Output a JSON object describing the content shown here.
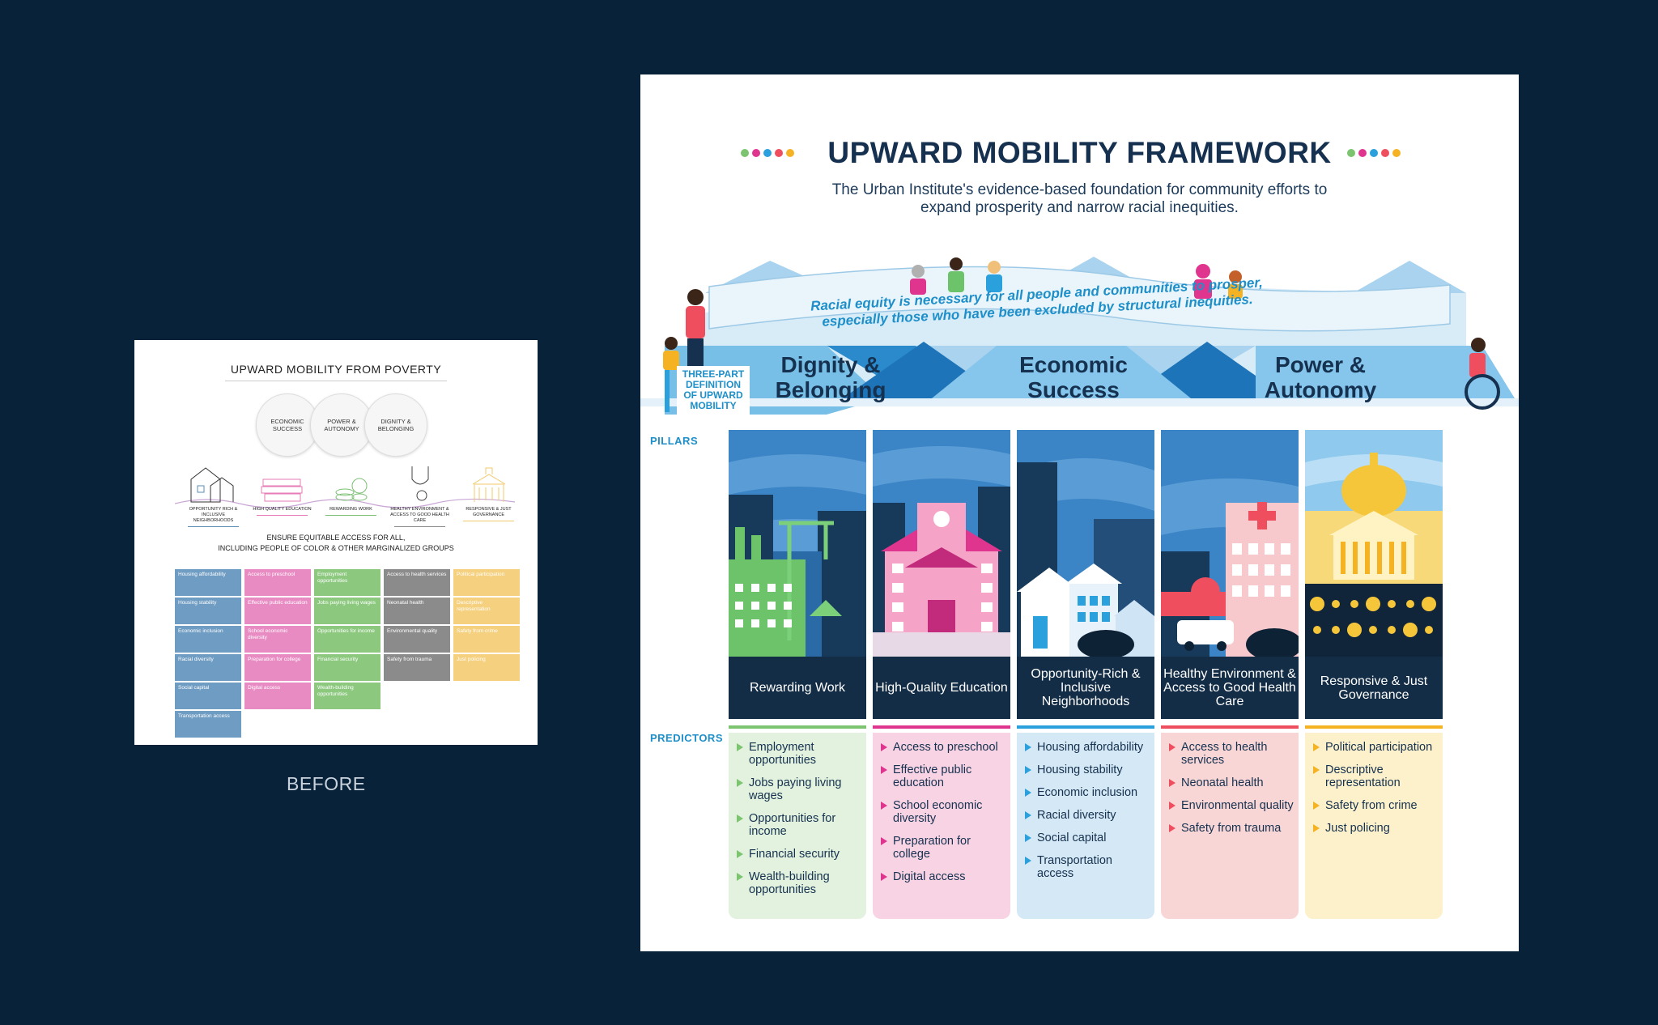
{
  "before": {
    "title": "UPWARD MOBILITY FROM POVERTY",
    "circles": [
      "ECONOMIC SUCCESS",
      "POWER & AUTONOMY",
      "DIGNITY & BELONGING"
    ],
    "pillars": [
      {
        "label": "OPPORTUNITY RICH & INCLUSIVE NEIGHBORHOODS",
        "color": "#5b8db5"
      },
      {
        "label": "HIGH QUALITY EDUCATION",
        "color": "#e67bb6"
      },
      {
        "label": "REWARDING WORK",
        "color": "#7bbf74"
      },
      {
        "label": "HEALTHY ENVIRONMENT & ACCESS TO GOOD HEALTH CARE",
        "color": "#8a8a8a"
      },
      {
        "label": "RESPONSIVE & JUST GOVERNANCE",
        "color": "#f1c96a"
      }
    ],
    "ensure_line1": "ENSURE EQUITABLE ACCESS FOR ALL,",
    "ensure_line2": "INCLUDING PEOPLE OF COLOR & OTHER MARGINALIZED GROUPS",
    "grid": [
      {
        "color": "#6f9cc2",
        "items": [
          "Housing affordability",
          "Housing stability",
          "Economic inclusion",
          "Racial diversity",
          "Social capital",
          "Transportation access"
        ]
      },
      {
        "color": "#e98bc3",
        "items": [
          "Access to preschool",
          "Effective public education",
          "School economic diversity",
          "Preparation for college",
          "Digital access"
        ]
      },
      {
        "color": "#8cc97f",
        "items": [
          "Employment opportunities",
          "Jobs paying living wages",
          "Opportunities for income",
          "Financial security",
          "Wealth-building opportunities"
        ]
      },
      {
        "color": "#8b8b8b",
        "items": [
          "Access to health services",
          "Neonatal health",
          "Environmental quality",
          "Safety from trauma"
        ]
      },
      {
        "color": "#f5d07e",
        "items": [
          "Political participation",
          "Descriptive representation",
          "Safety from crime",
          "Just policing"
        ]
      }
    ],
    "caption": "BEFORE"
  },
  "after": {
    "title": "UPWARD MOBILITY FRAMEWORK",
    "subtitle_line1": "The Urban Institute's evidence-based foundation for community efforts to",
    "subtitle_line2": "expand prosperity and narrow racial inequities.",
    "banner_line1": "Racial equity is necessary for all people and communities to prosper,",
    "banner_line2": "especially those who have been excluded by structural inequities.",
    "three_part": "THREE-PART DEFINITION OF UPWARD MOBILITY",
    "heads": [
      {
        "l1": "Dignity &",
        "l2": "Belonging"
      },
      {
        "l1": "Economic",
        "l2": "Success"
      },
      {
        "l1": "Power &",
        "l2": "Autonomy"
      }
    ],
    "pillars_label": "PILLARS",
    "predictors_label": "PREDICTORS",
    "dot_colors": [
      "#7cc46f",
      "#e0358f",
      "#2aa0dc",
      "#ef4e5f",
      "#f5b324"
    ],
    "columns": [
      {
        "caption": "Rewarding Work",
        "color": "#7cc46f",
        "bg": "#e2f2de",
        "items": [
          "Employment opportunities",
          "Jobs paying living wages",
          "Opportunities for income",
          "Financial security",
          "Wealth-building opportunities"
        ]
      },
      {
        "caption": "High-Quality Education",
        "color": "#e0358f",
        "bg": "#f8d3e4",
        "items": [
          "Access to preschool",
          "Effective public education",
          "School economic diversity",
          "Preparation for college",
          "Digital access"
        ]
      },
      {
        "caption": "Opportunity-Rich & Inclusive Neighborhoods",
        "color": "#2aa0dc",
        "bg": "#d5e8f5",
        "items": [
          "Housing affordability",
          "Housing stability",
          "Economic inclusion",
          "Racial diversity",
          "Social capital",
          "Transportation access"
        ]
      },
      {
        "caption": "Healthy Environment & Access to Good Health Care",
        "color": "#ef4e5f",
        "bg": "#f8d6d6",
        "items": [
          "Access to health services",
          "Neonatal health",
          "Environmental quality",
          "Safety from trauma"
        ]
      },
      {
        "caption": "Responsive & Just Governance",
        "color": "#f5b324",
        "bg": "#fdf1cb",
        "items": [
          "Political participation",
          "Descriptive representation",
          "Safety from crime",
          "Just policing"
        ]
      }
    ]
  }
}
